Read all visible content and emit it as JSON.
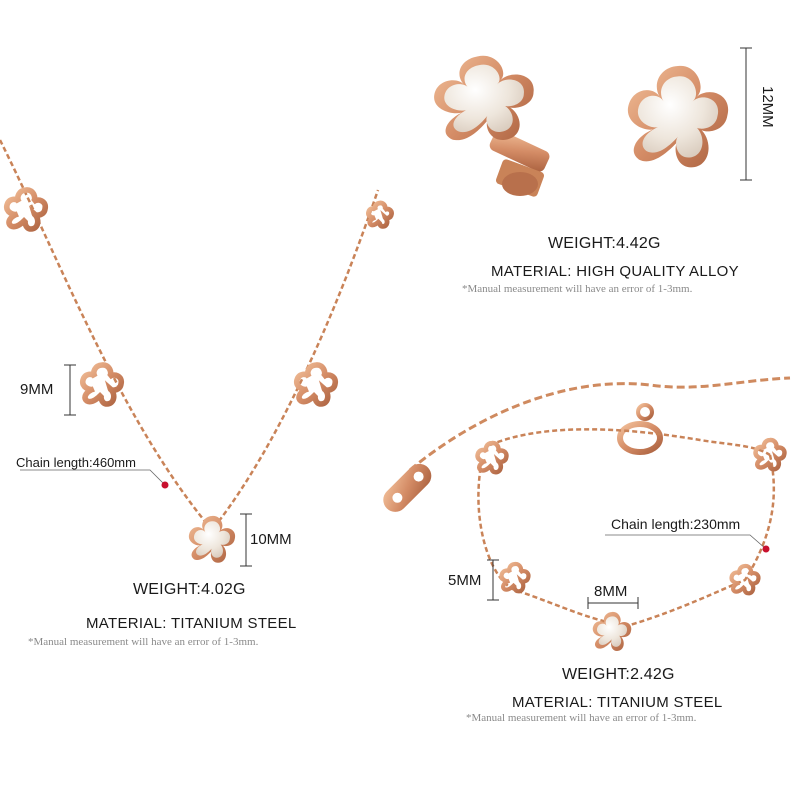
{
  "necklace": {
    "dimension_motif": "9MM",
    "dimension_pendant": "10MM",
    "chain_length": "Chain length:460mm",
    "weight": "WEIGHT:4.02G",
    "material": "MATERIAL: TITANIUM STEEL",
    "note": "*Manual measurement will have an error of 1-3mm."
  },
  "earrings": {
    "dimension": "12MM",
    "weight": "WEIGHT:4.42G",
    "material": "MATERIAL: HIGH QUALITY ALLOY",
    "note": "*Manual measurement will have an error of 1-3mm."
  },
  "bracelet": {
    "dimension_motif": "5MM",
    "dimension_center": "8MM",
    "chain_length": "Chain length:230mm",
    "weight": "WEIGHT:2.42G",
    "material": "MATERIAL: TITANIUM STEEL",
    "note": "*Manual measurement will have an error of 1-3mm."
  },
  "colors": {
    "rose_gold": "#d99470",
    "rose_gold_dark": "#b8704c",
    "mother_of_pearl": "#efe8e0",
    "marker_red": "#c8102e"
  }
}
